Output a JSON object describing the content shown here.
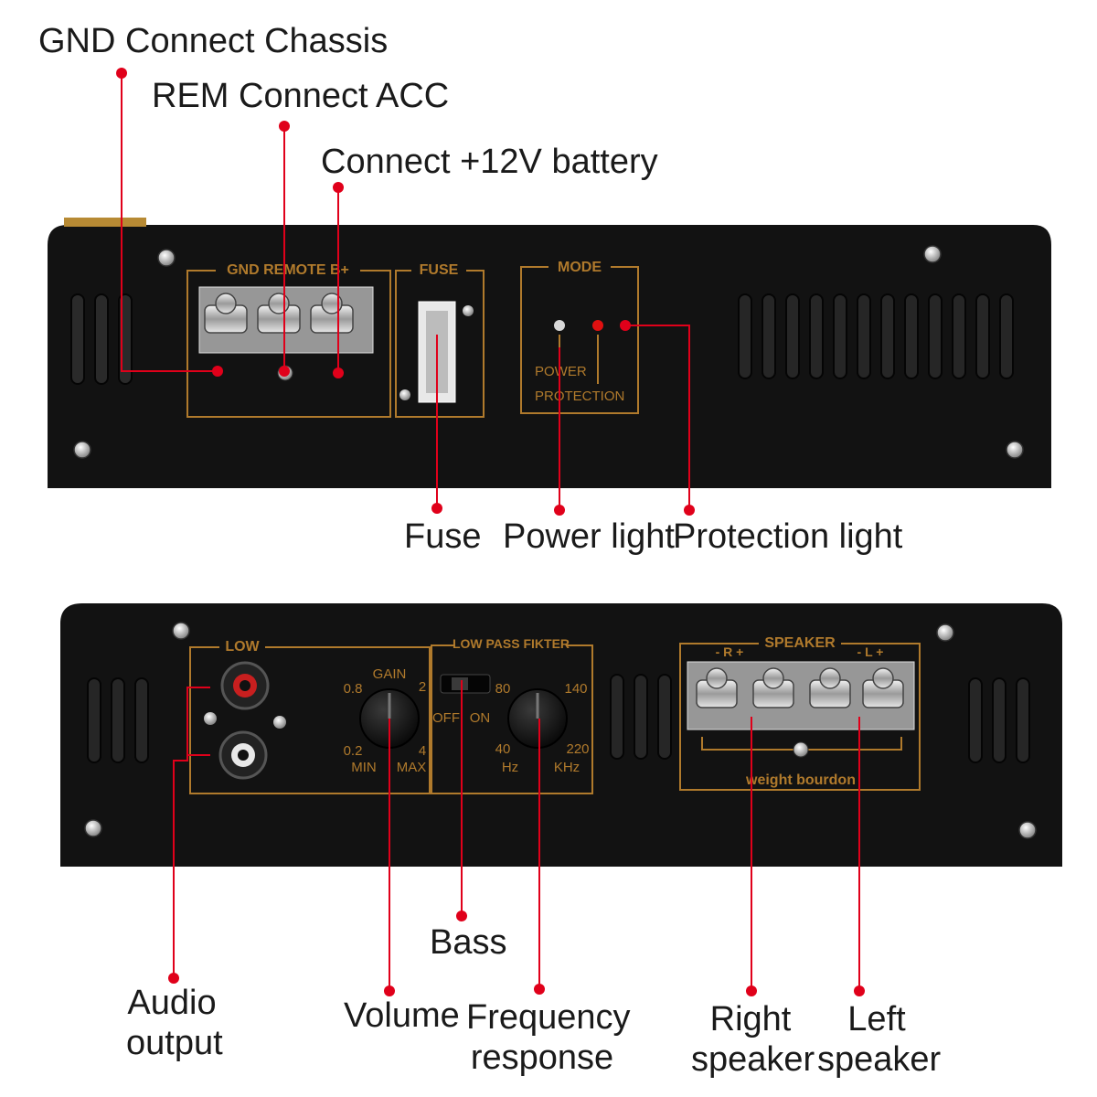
{
  "colors": {
    "panel": "#111111",
    "silkscreen": "#b07a2c",
    "callout_line": "#e0001a",
    "led_red": "#e01010",
    "led_clear": "#d8d8d8"
  },
  "top_panel": {
    "terminal_group_label": "GND REMOTE B+",
    "fuse_label": "FUSE",
    "mode_label": "MODE",
    "power_label": "POWER",
    "protection_label": "PROTECTION"
  },
  "bottom_panel": {
    "low_label": "LOW",
    "gain_label": "GAIN",
    "gain_ticks": [
      "0.8",
      "2",
      "0.2",
      "4"
    ],
    "gain_min": "MIN",
    "gain_max": "MAX",
    "filter_label": "LOW PASS FIKTER",
    "switch_off": "OFF",
    "switch_on": "ON",
    "freq_ticks": [
      "80",
      "140",
      "40",
      "220"
    ],
    "freq_hz": "Hz",
    "freq_khz": "KHz",
    "speaker_label": "SPEAKER",
    "speaker_right_polarity": "- R +",
    "speaker_left_polarity": "- L +",
    "speaker_footer": "weight bourdon"
  },
  "callouts": {
    "gnd": "GND Connect Chassis",
    "rem": "REM Connect ACC",
    "battery": "Connect +12V battery",
    "fuse": "Fuse",
    "power_light": "Power light",
    "protection_light": "Protection light",
    "bass": "Bass",
    "audio_output_1": "Audio",
    "audio_output_2": "output",
    "volume": "Volume",
    "frequency_1": "Frequency",
    "frequency_2": "response",
    "right_speaker_1": "Right",
    "right_speaker_2": "speaker",
    "left_speaker_1": "Left",
    "left_speaker_2": "speaker"
  }
}
